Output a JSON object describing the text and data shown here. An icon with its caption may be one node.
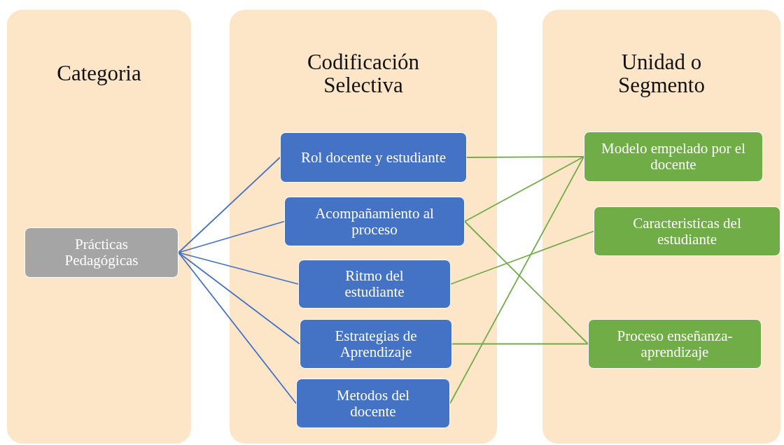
{
  "diagram": {
    "nodes": [
      {
        "text": [
          "Categoria"
        ]
      },
      {
        "text": [
          "Codificación Selectiva"
        ]
      },
      {
        "text": [
          "Unidad o Segmento"
        ]
      },
      {
        "text": [
          "Prácticas Pedagógicas"
        ],
        "in": 0
      },
      {
        "text": [
          "Rol docente y estudiante"
        ],
        "in": 1
      },
      {
        "text": [
          "Acompañamiento al proceso"
        ],
        "in": 1
      },
      {
        "text": [
          "Ritmo del estudiante"
        ],
        "in": 1
      },
      {
        "text": [
          "Estrategias de Aprendizaje"
        ],
        "in": 1
      },
      {
        "text": [
          "Metodos del docente"
        ],
        "in": 1
      },
      {
        "text": [
          "Modelo empelado por el docente"
        ],
        "in": 2
      },
      {
        "text": [
          "Caracteristicas del estudiante"
        ],
        "in": 2
      },
      {
        "text": [
          "Proceso enseñanza-aprendizaje"
        ],
        "in": 2
      }
    ],
    "edges": [
      {
        "from": 3,
        "to": 4,
        "arrow": "none",
        "color": "#4472c4"
      },
      {
        "from": 3,
        "to": 5,
        "arrow": "none",
        "color": "#4472c4"
      },
      {
        "from": 3,
        "to": 6,
        "arrow": "none",
        "color": "#4472c4"
      },
      {
        "from": 3,
        "to": 7,
        "arrow": "none",
        "color": "#4472c4"
      },
      {
        "from": 3,
        "to": 8,
        "arrow": "none",
        "color": "#4472c4"
      },
      {
        "from": 4,
        "to": 9,
        "arrow": "none"
      },
      {
        "from": 5,
        "to": 9,
        "arrow": "none"
      },
      {
        "from": 5,
        "to": 11,
        "arrow": "none"
      },
      {
        "from": 6,
        "to": 10,
        "arrow": "none"
      },
      {
        "from": 7,
        "to": 11,
        "arrow": "none"
      },
      {
        "from": 8,
        "to": 9,
        "arrow": "none"
      }
    ]
  }
}
